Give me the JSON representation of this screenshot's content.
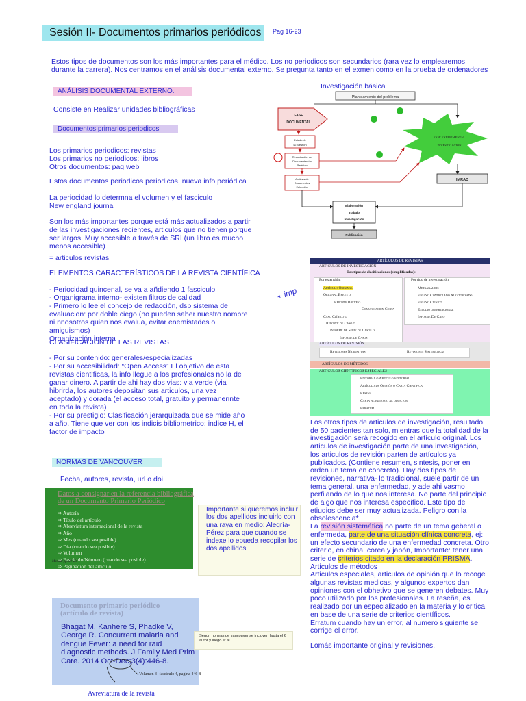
{
  "title": "Sesión II- Documentos primarios periódicos",
  "page_ref": "Pag 16-23",
  "intro": "Estos tipos de documentos son los más importantes para el médico. Los no periodicos son secundarios (rara vez lo emplearemos durante la carrera). Nos centramos en el análisis documental externo. Se pregunta tanto en el exmen como en la prueba de ordenadores",
  "left": {
    "label_analisis": "ANÁLISIS DOCUMENTAL EXTERNO.",
    "consiste": "Consiste en Realizar unidades bibliográficas",
    "label_docs": "Documentos primarios periodicos",
    "tipos": [
      "Los primarios periodicos: revistas",
      "Los primarios no periodicos: libros",
      "Otros documentos: pag web"
    ],
    "nueva_info": "Estos documentos periodicos periodicos, nueva info periódica",
    "periodicidad": [
      "La periocidad lo determna el volumen y el fasciculo",
      "New england journal"
    ],
    "importantes": "Son los más importantes porque está más actualizados a partir de las investigaciones recientes, articulos que no tienen porque ser largos. Muy accesible a través de SRI (un libro es mucho menos accesible)",
    "articulos_revistas": "= articulos revistas",
    "elementos_head": "ELEMENTOS CARACTERÍSTICOS DE LA REVISTA CIENTÍFICA",
    "elementos": [
      "- Periocidad quincenal, se va a añdiendo 1 fasciculo",
      "- Organigrama interno- existen filtros de calidad",
      "- Primero lo lee el concejo de redacción, dsp sistema de evaluacion: por doble ciego (no pueden saber nuestro nombre ni nnosotros quien nos evalua, evitar enemistades o amiguismos)",
      "Organización interna"
    ],
    "clasificacion_head": "CLASIFICACIÓN DE LAS REVISTAS",
    "clasificacion": [
      "- Por su contenido: generales/especializadas",
      "- Por su accesibilidad: “Open Access” El objetivo de esta revistas cientificas, la info llegue a los profesionales no la de ganar dinero. A partir de ahi hay dos vias: via verde (via hibrirda, los autores depositan sus articulos, una vez aceptado) y dorada (el acceso total, gratuito y permanennte en toda la revista)",
      "- Por su prestigio: Clasificación jerarquizada que se mide año a año. Tiene que ver con los indicis bibliometrico: indice H, el factor de impacto"
    ],
    "label_normas": "NORMAS DE VANCOUVER",
    "fecha": "Fecha, autores, revista, url o doi"
  },
  "diagram1": {
    "title": "Investigación básica",
    "planteamiento": "Planteamiento del problema",
    "fase_doc": [
      "FASE",
      "DOCUMENTAL"
    ],
    "fase_exp": [
      "FASE EXPERIMENTAL",
      "INVESTIGACIÓN"
    ],
    "imrad": "IMRAD",
    "boxes": [
      [
        "Estado de",
        "la cuestión"
      ],
      [
        "Recopilación de",
        "Documentación",
        "Revisión"
      ],
      [
        "Análisis de",
        "Documentos",
        "Selección"
      ]
    ],
    "elaboracion": [
      "Elaboración",
      "Trabajo",
      "Investigación"
    ],
    "publicacion": "Publicación"
  },
  "table": {
    "header": "ARTÍCULOS DE REVISTAS",
    "inv": "ARTÍCULOS DE INVESTIGACIÓN",
    "dos_tipos": "Dos tipos de clasificaciones (simplificadas):",
    "por_ext": "Por extensión:",
    "por_tipo": "Por tipo de investigación:",
    "left_items": [
      "Artículo Original",
      "Original Breve o",
      "Reporte Breve o",
      "Comunicación Corta",
      "Caso Clínico o",
      "Reporte de Caso o",
      "Informe de Serie de Casos o",
      "Informe de Casos"
    ],
    "right_items": [
      "Metaanálisis",
      "Ensayo Controlado Aleatorizado",
      "Ensayo Clínico",
      "Estudio observacional",
      "Informe De Caso"
    ],
    "revision": "ARTÍCULOS DE REVISIÓN",
    "rev_items": [
      "Revisiones Narrativas",
      "Revisiones Sistemáticas"
    ],
    "metodos": "ARTÍCULOS DE MÉTODOS",
    "especiales": "ARTÍCULOS CIENTÍFICOS ESPECIALES",
    "esp_items": [
      "Editorial o Artículo Editorial",
      "Artículo de Opinión o Carta Científica",
      "Reseña",
      "Carta al editor o al director",
      "Erratum"
    ],
    "handwriting": "+ imp"
  },
  "right_text": {
    "p1": "Los otros tipos de articulos de investigación, resultado de 50 pacientes tan solo, mientras que la totalidad de la investigación será recogido en el artículo original. Los articulos de investigación parte de una investigación, los articulos de revisión parten de artículos ya publicados. (Contiene resumen, sintesis, poner en orden un tema en concreto). Hay dos tipos de revisiones, narrativa- lo tradicional, suele partir de un tema general, una enfermedad, y ade ahi vasmo perfilando de lo que nos interesa. No parte del principio de algo que nos interesa específico. Este tipo de etiudios debe ser muy actualizada. Peligro con la obsolescencia*",
    "la": "La",
    "rev_sis": "revisión sistemática",
    "s1": "no parte de un tema geberal o enfermeda,",
    "hl1": "parte de una situación clínica concreta",
    "s2": ", ej: un efecto secundario de una enfermedad concreta. Otro criterio, en china, corea y japón, Importante: tener una serie de",
    "hl2": "criterios citado en la declaración PRISMA",
    "s3": ".",
    "metodos": "Articulos de métodos",
    "especiales": "Articulos especiales, articulos de opinión que lo recoge algunas revistas medicas, y algunos expertos dan opiniones con el obhetivo que se generen debates. Muy poco utilizado por los profesionales. La reseña, es realizado por un especializado en la materia y lo critica en base de una serie de criterios científicos.",
    "erratum": "Erratum cuando hay un error, al numero siguiente se corrige el error.",
    "importante": "Lomás importante original y revisiones."
  },
  "green": {
    "title": "Datos a consignar en la referencia bibliográfica de un Documento Primario Periódico",
    "items": [
      "Autoría",
      "Título del artículo",
      "Abreviatura internacional de la revista",
      "Año",
      "Mes (cuando sea posible)",
      "Día (cuando sea posible)",
      "Volumen",
      "Fascículo/Número (cuando sea posible)",
      "Paginación del artículo"
    ],
    "foot": "Manual pp. 21-23"
  },
  "note": "Importante si queremos incluir los dos apellidos incluirlo con una raya en medio: Alegría- Pérez para que cuando se indexe lo epueda recopilar los dos apellidos",
  "reference": {
    "head": [
      "Documento primario periódico",
      "(artículo de revista)"
    ],
    "body": "Bhagat M, Kanhere S, Phadke V, George R. Concurrent malaria and dengue Fever: a need for raid diagnostic methods. J Family Med Prim Care. 2014 Oct-Dec;3(4):446-8.",
    "note": "Volumen 3- fasciculo 4, pagina 446-8",
    "abrev": "Avreviatura de la revista"
  },
  "vancouver_note": "Segun normas de vancouver se incluyen hasta el 6 autor y luego et al"
}
